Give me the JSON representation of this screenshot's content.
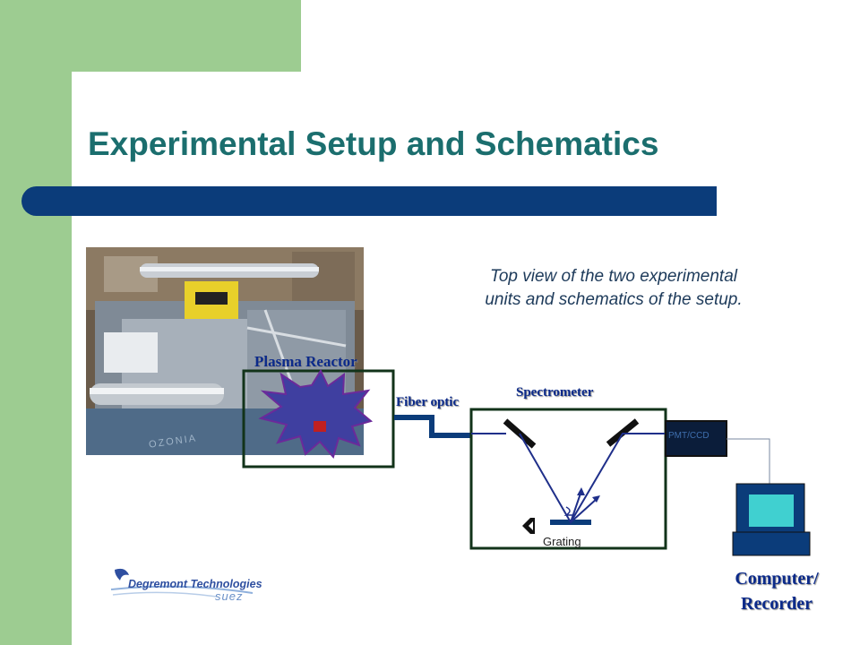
{
  "slide": {
    "title": "Experimental Setup and Schematics",
    "caption_line1": "Top view of the two experimental",
    "caption_line2": "units and schematics of the setup."
  },
  "labels": {
    "plasma_reactor": "Plasma Reactor",
    "fiber_optic": "Fiber optic",
    "spectrometer": "Spectrometer",
    "detector": "PMT/CCD",
    "grating": "Grating",
    "computer_line1": "Computer/",
    "computer_line2": "Recorder"
  },
  "logo": {
    "company": "Degremont Technologies",
    "parent": "suez"
  },
  "photo": {
    "stamp_text": "OZONIA"
  },
  "colors": {
    "accent_green": "#9dcc91",
    "title_teal": "#1b6e6e",
    "bar_navy": "#0b3c7a",
    "box_green": "#12331a",
    "beam_blue": "#1f2f8a",
    "burst_fill": "#3f3fa0"
  }
}
